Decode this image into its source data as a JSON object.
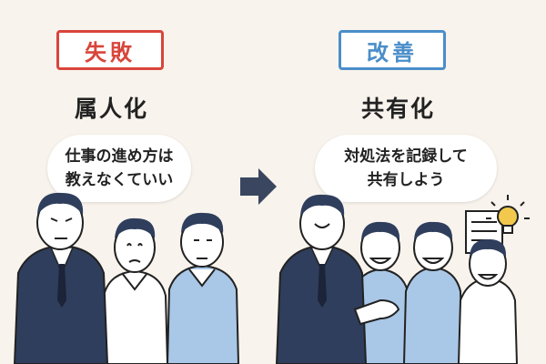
{
  "left": {
    "badge": "失敗",
    "heading": "属人化",
    "speech_line1": "仕事の進め方は",
    "speech_line2": "教えなくていい"
  },
  "right": {
    "badge": "改善",
    "heading": "共有化",
    "speech_line1": "対処法を記録して",
    "speech_line2": "共有しよう"
  },
  "colors": {
    "fail": "#d9453b",
    "improve": "#4a8ec9",
    "suit": "#2f3e5c",
    "shirt_blue": "#a9c7e6",
    "background": "#f8f3ec"
  }
}
